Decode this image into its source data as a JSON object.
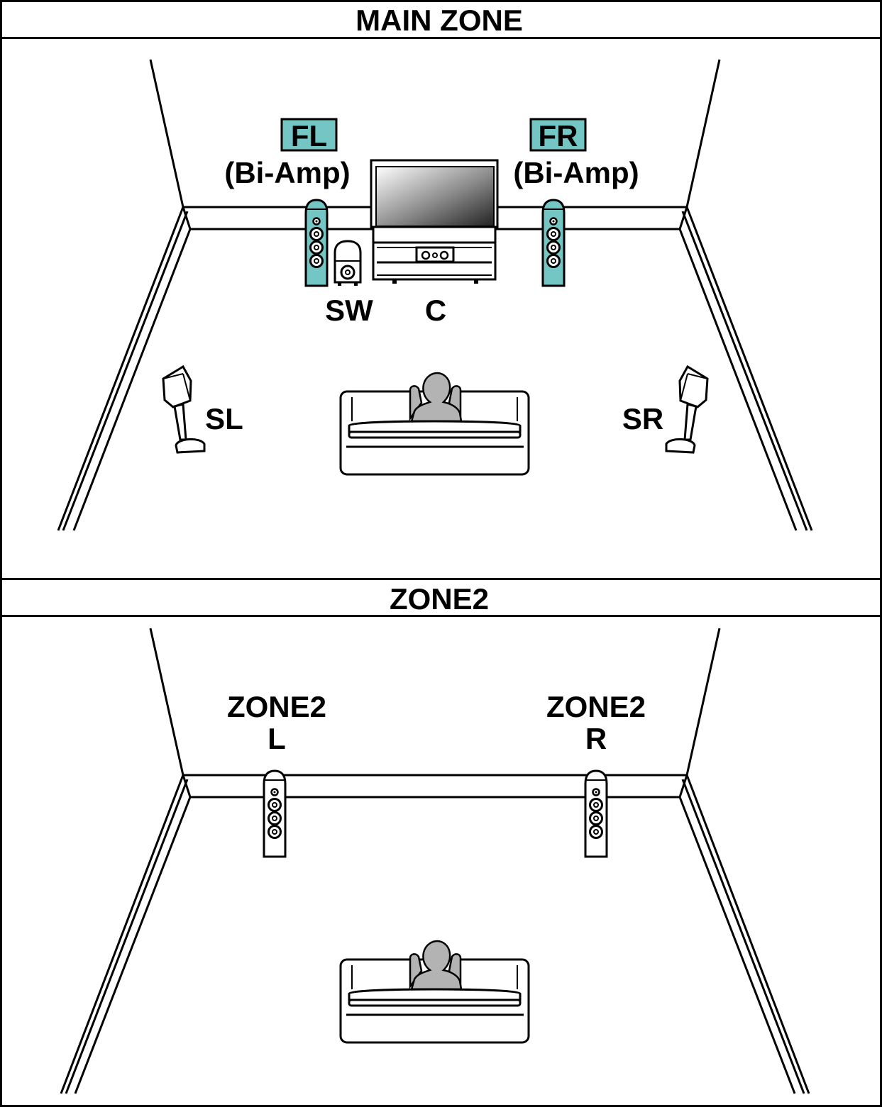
{
  "colors": {
    "accent": "#74c6c4",
    "person": "#b3b3b3",
    "line": "#000000",
    "background": "#ffffff"
  },
  "main_zone": {
    "title": "MAIN ZONE",
    "fl": {
      "tag": "FL",
      "sub": "(Bi-Amp)"
    },
    "fr": {
      "tag": "FR",
      "sub": "(Bi-Amp)"
    },
    "sw": "SW",
    "c": "C",
    "sl": "SL",
    "sr": "SR"
  },
  "zone2": {
    "title": "ZONE2",
    "left": {
      "line1": "ZONE2",
      "line2": "L"
    },
    "right": {
      "line1": "ZONE2",
      "line2": "R"
    }
  },
  "icons": [
    "tv-icon",
    "center-speaker-icon",
    "subwoofer-icon",
    "tower-speaker-icon",
    "surround-speaker-icon",
    "sofa-icon",
    "person-icon"
  ]
}
